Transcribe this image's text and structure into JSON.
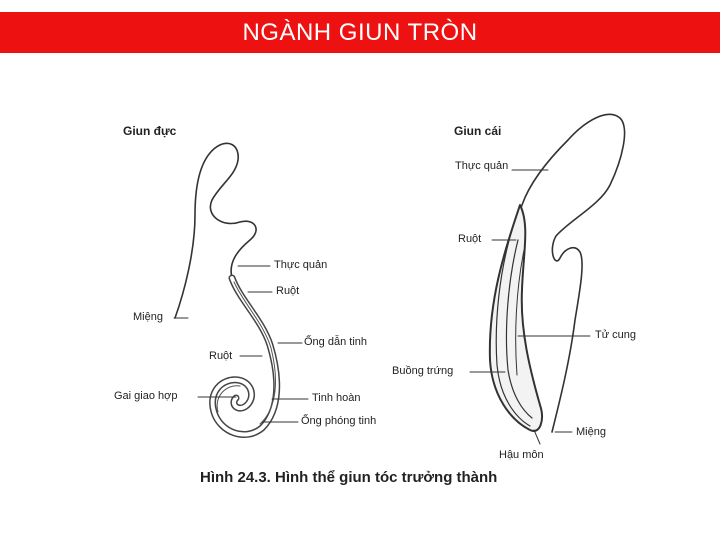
{
  "header": {
    "title": "NGÀNH GIUN TRÒN"
  },
  "figure": {
    "male": {
      "heading": "Giun đực",
      "labels": {
        "thuc_quan": "Thực quản",
        "ruot_top": "Ruột",
        "mieng": "Miệng",
        "ong_dan_tinh": "Ống dẫn tinh",
        "ruot_left": "Ruột",
        "gai_giao_hop": "Gai giao hợp",
        "tinh_hoan": "Tinh hoàn",
        "ong_phong_tinh": "Ống phóng tinh"
      }
    },
    "female": {
      "heading": "Giun cái",
      "labels": {
        "thuc_quan": "Thực quản",
        "ruot": "Ruột",
        "tu_cung": "Tử cung",
        "buong_trung": "Buồng trứng",
        "hau_mon": "Hậu môn",
        "mieng": "Miệng"
      }
    },
    "caption": "Hình 24.3. Hình thể giun tóc trưởng thành"
  }
}
